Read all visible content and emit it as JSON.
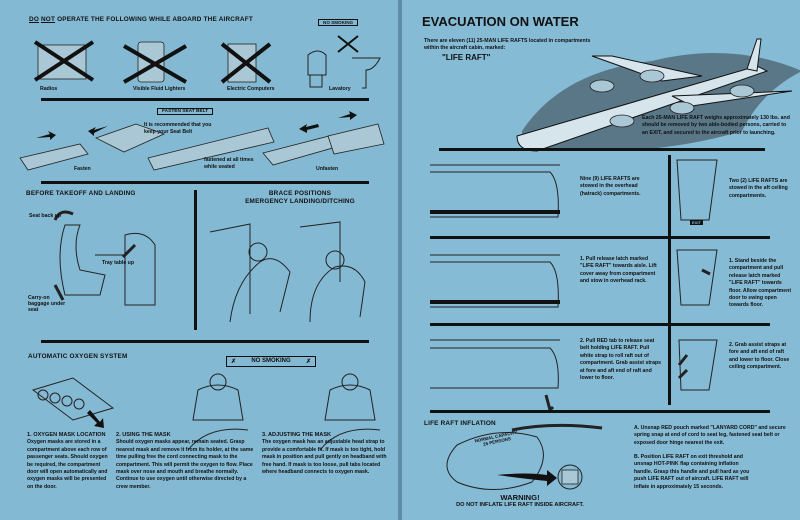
{
  "left": {
    "prohibited": {
      "title_do": "DO",
      "title_not": "NOT",
      "title_rest": "OPERATE THE FOLLOWING WHILE ABOARD THE AIRCRAFT",
      "no_smoking_sign": "NO SMOKING",
      "items": [
        {
          "label": "Radios",
          "icon": "radio-icon"
        },
        {
          "label": "Visible Fluid Lighters",
          "icon": "lighter-icon"
        },
        {
          "label": "Electric Computers",
          "icon": "calculator-icon"
        },
        {
          "label": "Lavatory",
          "icon": "lavatory-icon"
        }
      ]
    },
    "seatbelt": {
      "sign": "FASTEN SEAT BELT",
      "note_top": "It is recommended that you keep your Seat Belt",
      "note_bottom": "fastened at all times while seated",
      "fasten": "Fasten",
      "unfasten": "Unfasten"
    },
    "takeoff": {
      "title": "BEFORE TAKEOFF AND LANDING",
      "seat_back": "Seat back up",
      "tray": "Tray table up",
      "baggage": "Carry-on baggage under seat"
    },
    "brace": {
      "title1": "BRACE POSITIONS",
      "title2": "EMERGENCY LANDING/DITCHING"
    },
    "oxygen": {
      "title": "AUTOMATIC OXYGEN SYSTEM",
      "no_smoking": "NO SMOKING",
      "steps": [
        {
          "title": "1. OXYGEN MASK LOCATION",
          "text": "Oxygen masks are stored in a compartment above each row of passenger seats. Should oxygen be required, the compartment door will open automatically and oxygen masks will be presented on the door."
        },
        {
          "title": "2. USING THE MASK",
          "text": "Should oxygen masks appear, remain seated. Grasp nearest mask and remove it from its holder, at the same time pulling free the cord connecting mask to the compartment. This will permit the oxygen to flow. Place mask over nose and mouth and breathe normally. Continue to use oxygen until otherwise directed by a crew member."
        },
        {
          "title": "3. ADJUSTING THE MASK",
          "text": "The oxygen mask has an adjustable head strap to provide a comfortable fit. If mask is too tight, hold mask in position and pull gently on headband with free hand. If mask is too loose, pull tabs located where headband connects to oxygen mask."
        }
      ]
    }
  },
  "right": {
    "title": "EVACUATION ON WATER",
    "intro": "There are eleven (11) 25-MAN LIFE RAFTS located in compartments within the aircraft cabin, marked:",
    "marked": "\"LIFE RAFT\"",
    "weight_note": "Each 25-MAN LIFE RAFT weighs approximately 130 lbs. and should be removed by two able-bodied persons, carried to an EXIT, and secured to the aircraft prior to launching.",
    "overhead": {
      "stowed": "Nine (9) LIFE RAFTS are stowed in the overhead (hatrack) compartments.",
      "step1": "1. Pull release latch marked \"LIFE RAFT\" towards aisle. Lift cover away from compartment and stow in overhead rack.",
      "step2": "2. Pull RED tab to release seat belt holding LIFE RAFT. Pull white strap to roll raft out of compartment. Grab assist straps at fore and aft end of raft and lower to floor."
    },
    "aft": {
      "stowed": "Two (2) LIFE RAFTS are stowed in the aft ceiling compartments.",
      "step1": "1. Stand beside the compartment and pull release latch marked \"LIFE RAFT\" towards floor. Allow compartment door to swing open towards floor.",
      "step2": "2. Grab assist straps at fore and aft end of raft and lower to floor. Close ceiling compartment.",
      "exit_label": "EXIT"
    },
    "inflation": {
      "title": "LIFE RAFT INFLATION",
      "raft_label": "NORMAL CAPACITY 25 PERSONS",
      "step_a": "A. Unsnap RED pouch marked \"LANYARD CORD\" and secure spring snap at end of cord to seat leg, fastened seat belt or exposed door hinge nearest the exit.",
      "step_b": "B. Position LIFE RAFT on exit threshold and unsnap HOT-PINK flap containing inflation handle. Grasp this handle and pull hard as you push LIFE RAFT out of aircraft. LIFE RAFT will inflate in approximately 15 seconds.",
      "warning": "WARNING!",
      "warning_text": "DO NOT INFLATE LIFE RAFT INSIDE AIRCRAFT."
    }
  },
  "colors": {
    "card": "#84b9d3",
    "ink": "#111111",
    "fold": "#5d8ea6"
  }
}
